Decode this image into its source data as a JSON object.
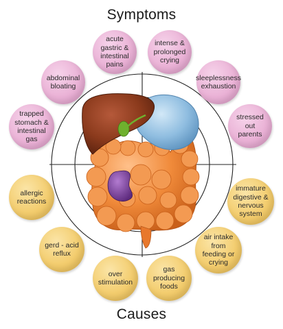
{
  "headings": {
    "symptoms": "Symptoms",
    "causes": "Causes"
  },
  "symptoms": [
    "acute gastric & intestinal pains",
    "intense & prolonged crying",
    "sleeplessness exhaustion",
    "stressed out parents",
    "trapped stomach & intestinal gas",
    "abdominal bloating"
  ],
  "causes": [
    "allergic reactions",
    "gerd - acid reflux",
    "over stimulation",
    "gas producing foods",
    "air intake from feeding or crying",
    "immature digestive & nervous system"
  ],
  "colors": {
    "symptom_bubble": "#eab2d6",
    "cause_bubble": "#f3cd6f",
    "liver": "#8b3a1c",
    "stomach": "#8fbde0",
    "intestine": "#f08a3a",
    "kidney": "#7b3f9a",
    "gallbladder": "#6fb02e"
  }
}
